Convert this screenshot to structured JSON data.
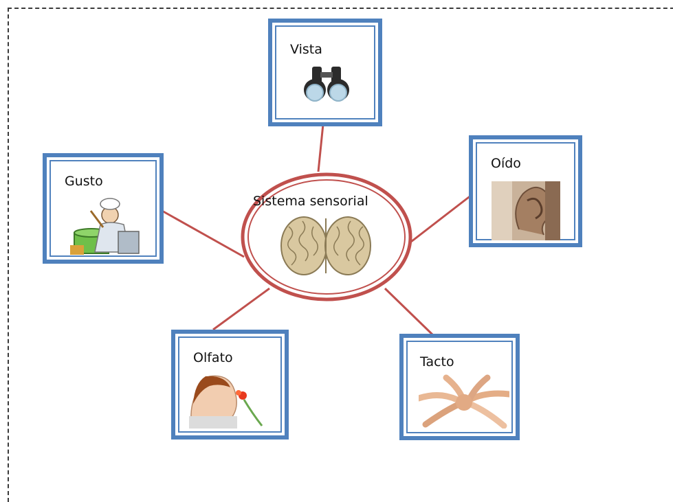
{
  "diagram": {
    "center": {
      "label": "Sistema sensorial",
      "icon": "brain-icon"
    },
    "senses": [
      {
        "id": "vista",
        "label": "Vista",
        "icon": "binoculars-icon"
      },
      {
        "id": "oido",
        "label": "Oído",
        "icon": "ear-icon"
      },
      {
        "id": "gusto",
        "label": "Gusto",
        "icon": "chef-cooking-icon"
      },
      {
        "id": "olfato",
        "label": "Olfato",
        "icon": "person-smelling-flower-icon"
      },
      {
        "id": "tacto",
        "label": "Tacto",
        "icon": "joined-hands-icon"
      }
    ]
  },
  "colors": {
    "box_border": "#4f81bd",
    "center_ring": "#c0504d",
    "connector": "#c0504d"
  }
}
